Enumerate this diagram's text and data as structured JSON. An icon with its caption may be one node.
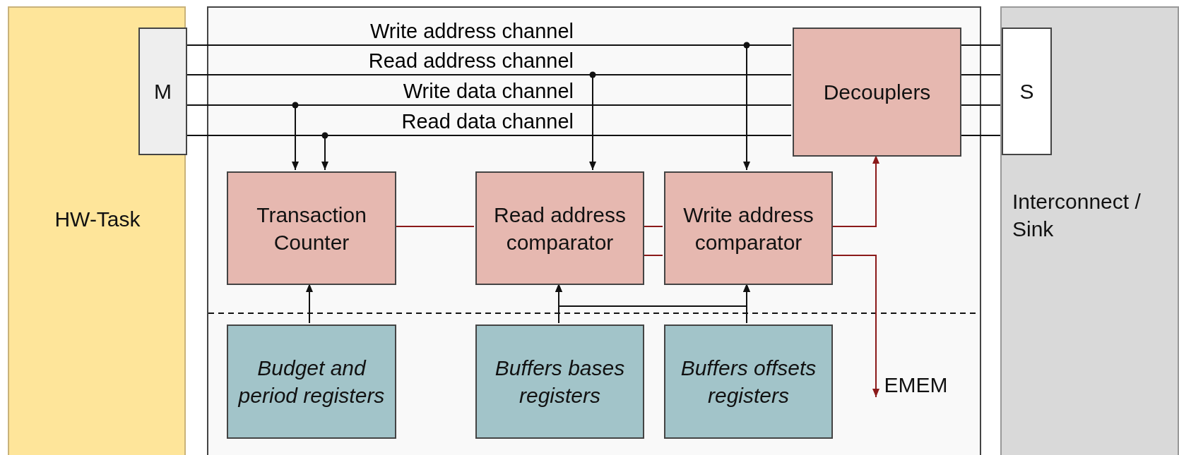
{
  "diagram": {
    "nodes": [
      {
        "text": [
          "HW-Task"
        ]
      },
      {
        "text": [
          "M"
        ],
        "in": 0
      },
      {
        "text": [],
        "shape": "box"
      },
      {
        "text": [
          "Interconnect / Sink"
        ]
      },
      {
        "text": [
          "S"
        ],
        "in": 3
      },
      {
        "text": [
          "Decouplers"
        ],
        "in": 2
      },
      {
        "text": [
          "Transaction Counter"
        ],
        "in": 2
      },
      {
        "text": [
          "Read address comparator"
        ],
        "in": 2
      },
      {
        "text": [
          "Write address comparator"
        ],
        "in": 2
      },
      {
        "text": [
          "Budget and period registers"
        ],
        "in": 2
      },
      {
        "text": [
          "Buffers bases registers"
        ],
        "in": 2
      },
      {
        "text": [
          "Buffers offsets registers"
        ],
        "in": 2
      },
      {
        "text": [
          "EMEM"
        ],
        "in": 2
      }
    ],
    "edges": [
      {
        "from": 1,
        "to": 5,
        "arrow": "none",
        "label": "Write address channel"
      },
      {
        "from": 1,
        "to": 5,
        "arrow": "none",
        "label": "Read address channel"
      },
      {
        "from": 1,
        "to": 5,
        "arrow": "none",
        "label": "Write data channel"
      },
      {
        "from": 1,
        "to": 5,
        "arrow": "none",
        "label": "Read data channel"
      },
      {
        "from": 5,
        "to": 4,
        "arrow": "none"
      },
      {
        "from": 5,
        "to": 4,
        "arrow": "none"
      },
      {
        "from": 5,
        "to": 4,
        "arrow": "none"
      },
      {
        "from": 5,
        "to": 4,
        "arrow": "none"
      },
      {
        "from": 1,
        "to": 8,
        "arrow": "to"
      },
      {
        "from": 1,
        "to": 7,
        "arrow": "to"
      },
      {
        "from": 1,
        "to": 6,
        "arrow": "to"
      },
      {
        "from": 1,
        "to": 6,
        "arrow": "to"
      },
      {
        "from": 6,
        "to": 7,
        "arrow": "none",
        "color": "#8b1a1a"
      },
      {
        "from": 7,
        "to": 8,
        "arrow": "none",
        "color": "#8b1a1a"
      },
      {
        "from": 7,
        "to": 8,
        "arrow": "none",
        "color": "#8b1a1a"
      },
      {
        "from": 8,
        "to": 5,
        "arrow": "to",
        "color": "#8b1a1a"
      },
      {
        "from": 8,
        "to": 12,
        "arrow": "to",
        "color": "#8b1a1a"
      },
      {
        "from": 9,
        "to": 6,
        "arrow": "to"
      },
      {
        "from": 10,
        "to": 7,
        "arrow": "to"
      },
      {
        "from": 11,
        "to": 8,
        "arrow": "to"
      },
      {
        "from": 10,
        "to": 8,
        "arrow": "to"
      },
      {
        "from": 11,
        "to": 7,
        "arrow": "to"
      }
    ]
  }
}
